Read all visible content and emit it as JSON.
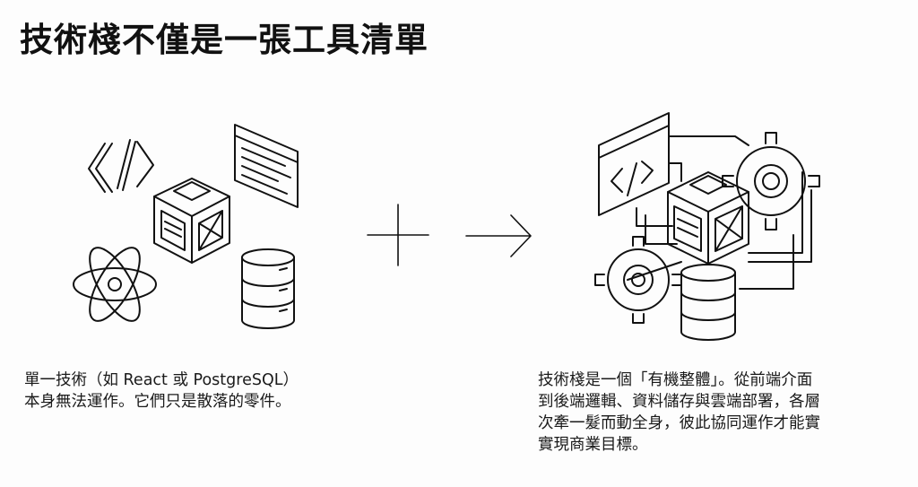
{
  "title": "技術棧不僅是一張工具清單",
  "left_caption": [
    "單一技術（如 React 或 PostgreSQL）",
    "本身無法運作。它們只是散落的零件。"
  ],
  "right_caption": [
    "技術棧是一個「有機整體」。從前端介面",
    "到後端邏輯、資料儲存與雲端部署，各層",
    "次牽一髮而動全身，彼此協同運作才能實",
    "實現商業目標。"
  ]
}
